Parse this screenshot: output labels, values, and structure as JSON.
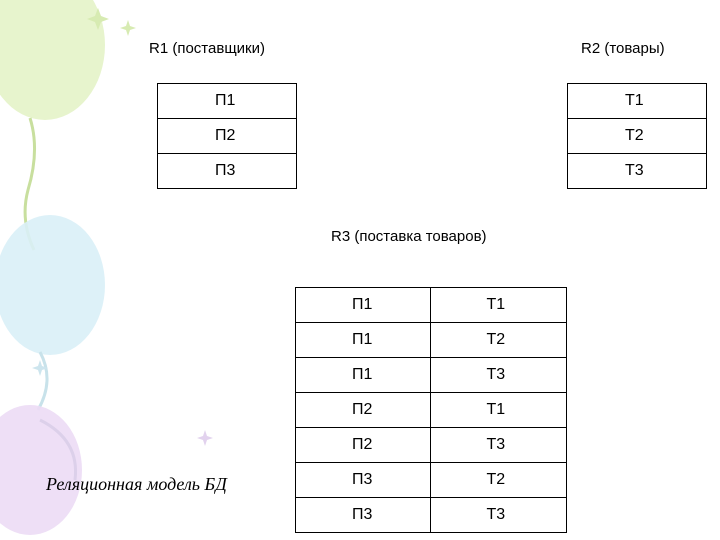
{
  "r1": {
    "title": "R1 (поставщики)",
    "rows": [
      "П1",
      "П2",
      "П3"
    ]
  },
  "r2": {
    "title": "R2 (товары)",
    "rows": [
      "Т1",
      "Т2",
      "Т3"
    ]
  },
  "r3": {
    "title": "R3 (поставка товаров)",
    "rows": [
      [
        "П1",
        "Т1"
      ],
      [
        "П1",
        "Т2"
      ],
      [
        "П1",
        "Т3"
      ],
      [
        "П2",
        "Т1"
      ],
      [
        "П2",
        "Т3"
      ],
      [
        "П3",
        "Т2"
      ],
      [
        "П3",
        "Т3"
      ]
    ]
  },
  "footer": {
    "title": "Реляционная модель БД"
  },
  "colors": {
    "balloon_green": "#dcefb8",
    "balloon_blue": "#d3ecf5",
    "balloon_purple": "#e6d6f1",
    "string_gray": "#bcd39a"
  },
  "icons": [
    "balloon-green-icon",
    "balloon-blue-icon",
    "balloon-purple-icon",
    "sparkle-icon"
  ]
}
